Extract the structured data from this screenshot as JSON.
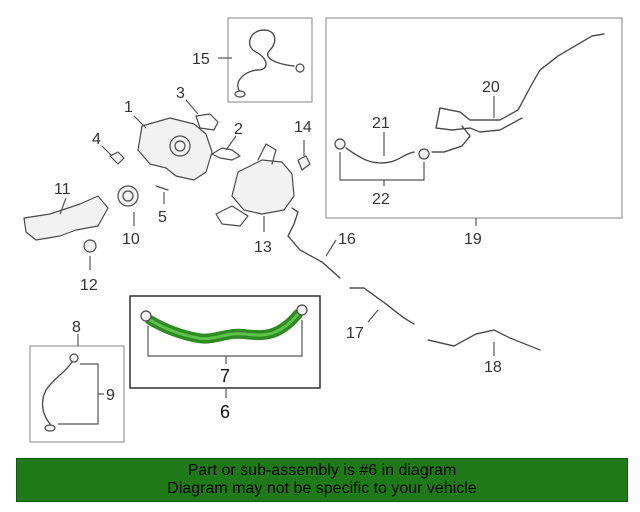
{
  "diagram": {
    "callouts": {
      "c1": "1",
      "c2": "2",
      "c3": "3",
      "c4": "4",
      "c5": "5",
      "c6": "6",
      "c7": "7",
      "c8": "8",
      "c9": "9",
      "c10": "10",
      "c11": "11",
      "c12": "12",
      "c13": "13",
      "c14": "14",
      "c15": "15",
      "c16": "16",
      "c17": "17",
      "c18": "18",
      "c19": "19",
      "c20": "20",
      "c21": "21",
      "c22": "22"
    },
    "highlight_color": "#2e8b22"
  },
  "banner": {
    "line1": "Part or sub-assembly is #6 in diagram",
    "line2": "Diagram may not be specific to your vehicle",
    "background": "#1e7a16"
  }
}
